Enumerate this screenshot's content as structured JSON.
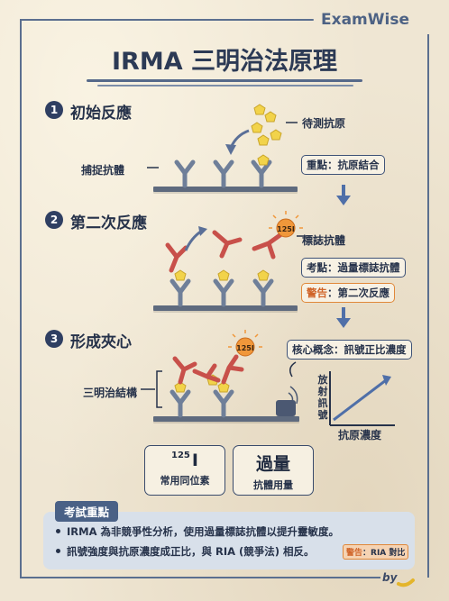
{
  "brand": "ExamWise",
  "title": "IRMA 三明治法原理",
  "steps": [
    {
      "num": "1",
      "title": "初始反應"
    },
    {
      "num": "2",
      "title": "第二次反應"
    },
    {
      "num": "3",
      "title": "形成夾心"
    }
  ],
  "labels": {
    "antigen": "待測抗原",
    "capture_antibody": "捕捉抗體",
    "labeled_antibody": "標誌抗體",
    "sandwich_structure": "三明治結構",
    "isotope_symbol": "125I",
    "x_axis": "抗原濃度",
    "y_axis": "放射訊號"
  },
  "tags": {
    "key_point": "重點：抗原結合",
    "exam_point": "考點：過量標誌抗體",
    "warning_prefix": "警告",
    "warning_text": "：第二次反應",
    "core_concept": "核心概念：訊號正比濃度"
  },
  "cards": [
    {
      "mass": "125",
      "symbol": "I",
      "caption": "常用同位素"
    },
    {
      "big": "過量",
      "caption": "抗體用量"
    }
  ],
  "exam_focus": {
    "heading": "考試重點",
    "bullets": [
      "IRMA 為非競爭性分析，使用過量標誌抗體以提升靈敏度。",
      "訊號強度與抗原濃度成正比，與 RIA (競爭法) 相反。"
    ],
    "note_prefix": "警告",
    "note_text": "：RIA 對比"
  },
  "byline": "by",
  "colors": {
    "frame": "#5b6f8f",
    "antibody": "#6f7f99",
    "labeled_antibody": "#c8504a",
    "antigen": "#f2d34a",
    "isotope": "#f0973a",
    "accent_blue": "#4f6fa8"
  }
}
